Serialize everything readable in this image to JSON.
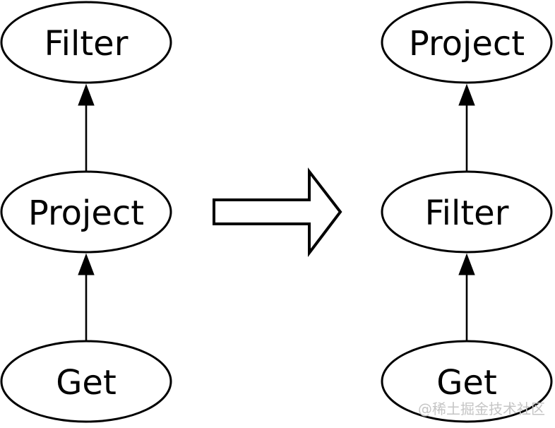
{
  "left_chain": {
    "nodes": [
      {
        "label": "Filter"
      },
      {
        "label": "Project"
      },
      {
        "label": "Get"
      }
    ]
  },
  "right_chain": {
    "nodes": [
      {
        "label": "Project"
      },
      {
        "label": "Filter"
      },
      {
        "label": "Get"
      }
    ]
  },
  "watermark": "@稀土掘金技术社区",
  "colors": {
    "background": "#ffffff",
    "node_fill": "#ffffff",
    "stroke": "#000000",
    "text": "#000000",
    "watermark": "#c5c5c5"
  }
}
